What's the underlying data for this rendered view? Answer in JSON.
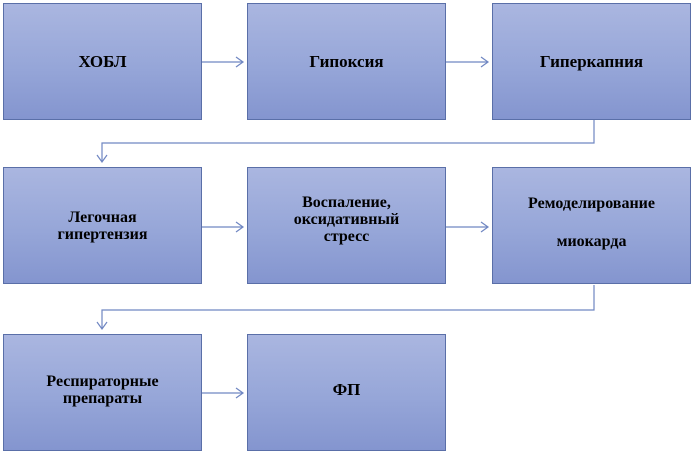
{
  "diagram": {
    "nodes": [
      {
        "id": "n1",
        "label": "ХОБЛ"
      },
      {
        "id": "n2",
        "label": "Гипоксия"
      },
      {
        "id": "n3",
        "label": "Гиперкапния"
      },
      {
        "id": "n4",
        "label": "Легочная\nгипертензия"
      },
      {
        "id": "n5",
        "label": "Воспаление,\nоксидативный\nстресс"
      },
      {
        "id": "n6",
        "label": "Ремоделирование\nмиокарда"
      },
      {
        "id": "n7",
        "label": "Респираторные\nпрепараты"
      },
      {
        "id": "n8",
        "label": "ФП"
      }
    ],
    "edges": [
      {
        "from": "n1",
        "to": "n2"
      },
      {
        "from": "n2",
        "to": "n3"
      },
      {
        "from": "n3",
        "to": "n4"
      },
      {
        "from": "n4",
        "to": "n5"
      },
      {
        "from": "n5",
        "to": "n6"
      },
      {
        "from": "n6",
        "to": "n7"
      },
      {
        "from": "n7",
        "to": "n8"
      }
    ],
    "colors": {
      "box_top": "#aab6e0",
      "box_bottom": "#8495cf",
      "border": "#5a6fa8",
      "arrow": "#6f86c2"
    }
  }
}
